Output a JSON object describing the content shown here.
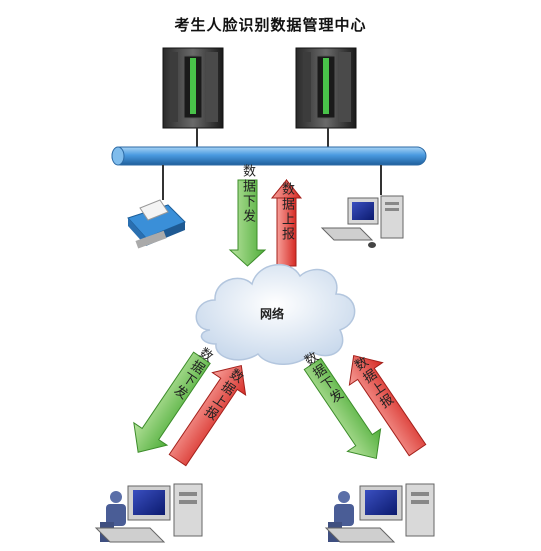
{
  "title": "考生人脸识别数据管理中心",
  "network_label": "网络",
  "arrow_down_label": "数据下发",
  "arrow_up_label": "数据上报",
  "colors": {
    "down_arrow": "#66c24a",
    "up_arrow": "#e0403a",
    "bus": "#3e8fd6",
    "cloud": "#dfeaf6"
  }
}
